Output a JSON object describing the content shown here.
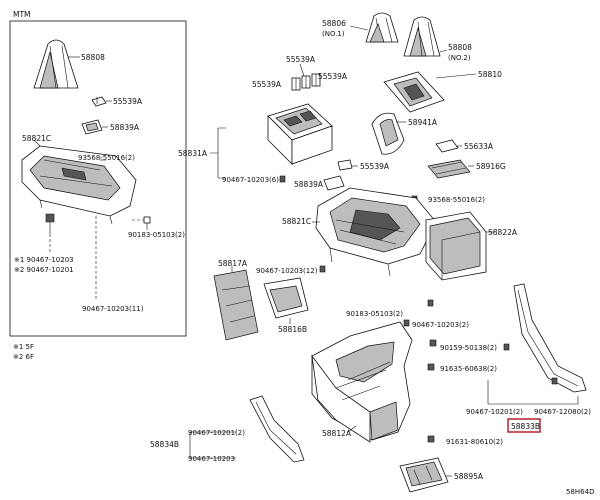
{
  "inset": {
    "title": "MTM",
    "labels": [
      "58808",
      "55539A",
      "58839A",
      "58821C",
      "93568-55016(2)",
      "90183-05103(2)",
      "※1 90467-10203",
      "※2 90467-10201",
      "90467-10203(11)"
    ],
    "notes": [
      "※1 5F",
      "※2 6F"
    ]
  },
  "main": {
    "labels": [
      "58806",
      "(NO.1)",
      "58808",
      "(NO.2)",
      "58810",
      "55539A",
      "55539A",
      "55539A",
      "58941A",
      "55633A",
      "58916G",
      "55539A",
      "58839A",
      "90467-10203(6)",
      "58831A",
      "93568-55016(2)",
      "58821C",
      "58822A",
      "58817A",
      "90467-10203(12)",
      "58816B",
      "90183-05103(2)",
      "90467-10203(2)",
      "90159-50138(2)",
      "91635-60638(2)",
      "58812A",
      "90467-10201(2)",
      "90467-12080(2)",
      "58833B",
      "91631-80610(2)",
      "58834B",
      "90467-10201(2)",
      "90467-10203",
      "58895A"
    ],
    "highlighted_part": "58833B",
    "figure_code": "58H64D"
  },
  "icons": [
    "shift-boot",
    "shift-knob-bezel",
    "console-cover",
    "switch-bracket",
    "clip",
    "screw",
    "bolt",
    "side-panel",
    "end-trim",
    "armrest-lid"
  ]
}
